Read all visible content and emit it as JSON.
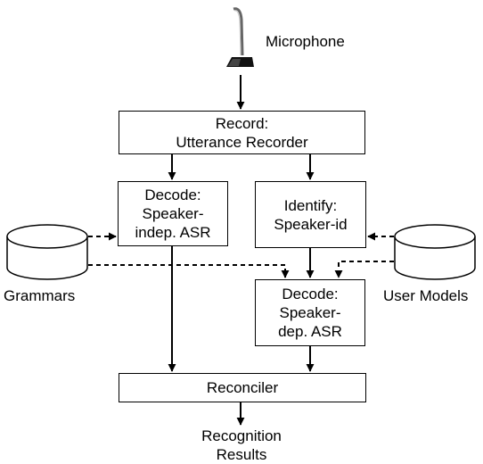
{
  "microphone": {
    "label": "Microphone"
  },
  "record": {
    "line1": "Record:",
    "line2": "Utterance Recorder"
  },
  "decode_indep": {
    "line1": "Decode:",
    "line2": "Speaker-",
    "line3": "indep. ASR"
  },
  "identify": {
    "line1": "Identify:",
    "line2": "Speaker-id"
  },
  "decode_dep": {
    "line1": "Decode:",
    "line2": "Speaker-",
    "line3": "dep. ASR"
  },
  "reconciler": {
    "label": "Reconciler"
  },
  "grammars": {
    "label": "Grammars"
  },
  "user_models": {
    "label": "User Models"
  },
  "results": {
    "line1": "Recognition",
    "line2": "Results"
  }
}
